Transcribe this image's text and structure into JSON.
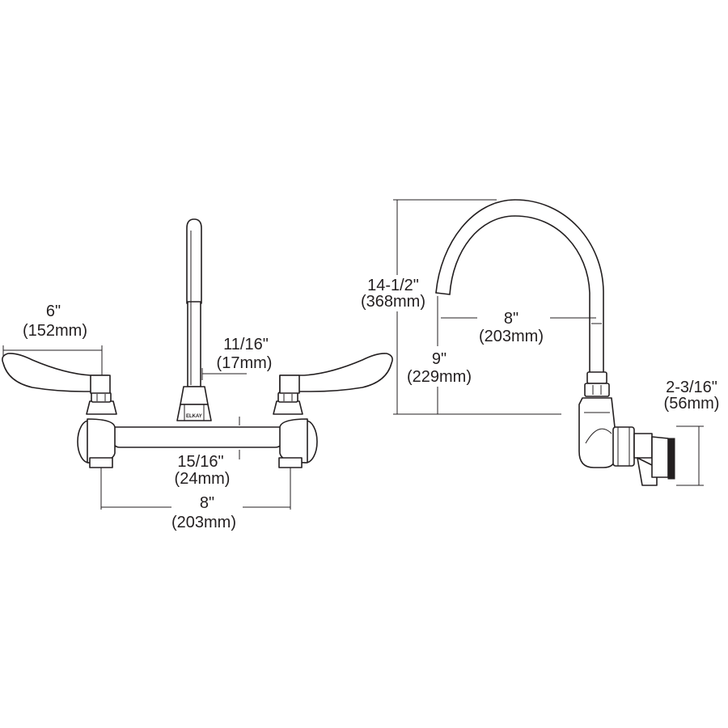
{
  "front_view": {
    "handle_reach": {
      "inches": "6\"",
      "mm": "(152mm)"
    },
    "spout_diameter": {
      "inches": "11/16\"",
      "mm": "(17mm)"
    },
    "body_height": {
      "inches": "15/16\"",
      "mm": "(24mm)"
    },
    "center_spacing": {
      "inches": "8\"",
      "mm": "(203mm)"
    },
    "brand_mark": "ELKAY"
  },
  "side_view": {
    "overall_height": {
      "inches": "14-1/2\"",
      "mm": "(368mm)"
    },
    "spout_reach": {
      "inches": "8\"",
      "mm": "(203mm)"
    },
    "spout_clearance": {
      "inches": "9\"",
      "mm": "(229mm)"
    },
    "wall_depth": {
      "inches": "2-3/16\"",
      "mm": "(56mm)"
    }
  }
}
